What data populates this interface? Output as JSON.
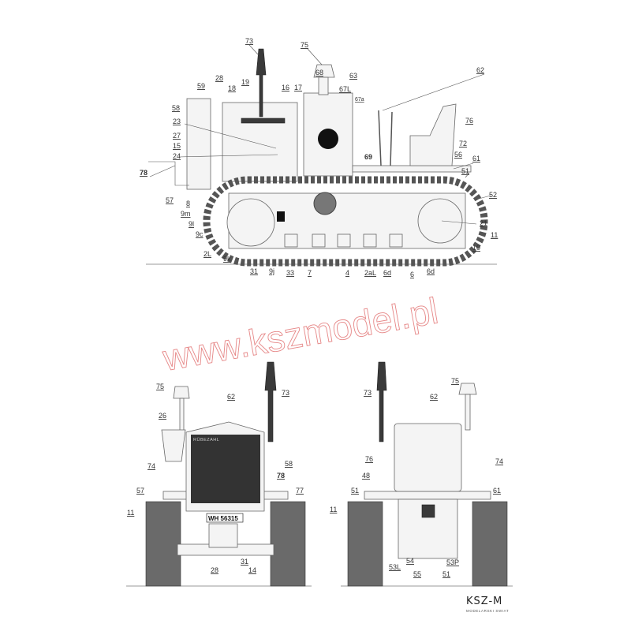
{
  "watermark": "www.kszmodel.pl",
  "logo": {
    "text": "KSZ-M",
    "subtitle": "MODELARSKI SWIAT"
  },
  "side_view": {
    "labels": [
      "73",
      "75",
      "62",
      "68",
      "63",
      "67L",
      "67a",
      "59",
      "28",
      "18",
      "19",
      "16",
      "17",
      "58",
      "23",
      "27",
      "15",
      "24",
      "76",
      "72",
      "56",
      "61",
      "51",
      "78",
      "57",
      "52",
      "8",
      "9m",
      "9l",
      "9c",
      "21",
      "11",
      "10",
      "2L",
      "9k",
      "31",
      "9j",
      "33",
      "7",
      "4",
      "2aL",
      "6d",
      "6",
      "6d",
      "69"
    ]
  },
  "front_view": {
    "labels": [
      "75",
      "62",
      "73",
      "26",
      "74",
      "58",
      "78",
      "57",
      "77",
      "11",
      "31",
      "28",
      "14"
    ],
    "grille_brand": "RÜBEZAHL",
    "license_plate": "WH 56315"
  },
  "rear_view": {
    "labels": [
      "73",
      "62",
      "75",
      "76",
      "74",
      "48",
      "51",
      "61",
      "11",
      "54",
      "53L",
      "55",
      "51",
      "53P"
    ]
  }
}
